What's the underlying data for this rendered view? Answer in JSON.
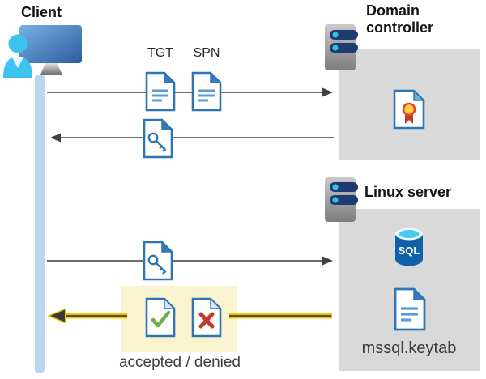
{
  "diagram": {
    "client_label": "Client",
    "domain_controller_label": "Domain controller",
    "linux_server_label": "Linux server",
    "tgt_label": "TGT",
    "spn_label": "SPN",
    "keytab_label": "mssql.keytab",
    "sql_badge": "SQL",
    "result_label": "accepted / denied"
  },
  "colors": {
    "doc_border_blue": "#2e75b6",
    "doc_line_blue": "#5b9bd5",
    "accept_green": "#70ad47",
    "deny_red": "#c0392b",
    "highlight_box_yellow": "#faf3cf",
    "arrow_gray": "#595959",
    "arrow_gold": "#f2c500",
    "panel_gray": "#d9d9d9",
    "lifeline_blue": "#bcd6f0",
    "sql_cylinder_blue": "#1160aa",
    "sql_top_cyan": "#49c8f1",
    "person_cyan": "#3cc3ee",
    "server_pill_navy": "#1f3a6e",
    "cert_ribbon_red": "#c0392b",
    "cert_seal_yellow": "#ffd43a"
  }
}
